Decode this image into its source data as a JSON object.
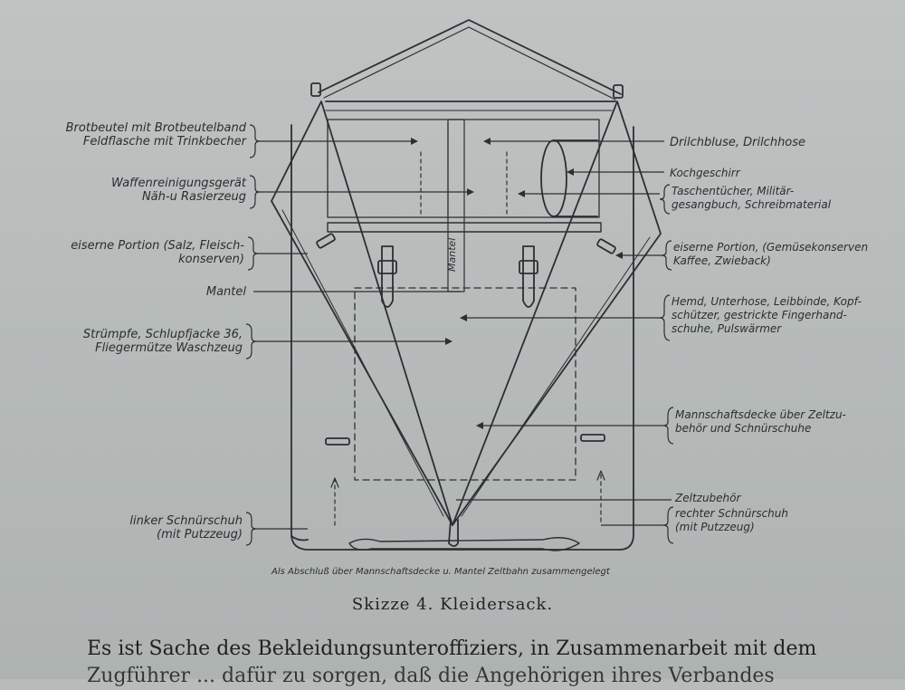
{
  "labels_left": [
    {
      "id": "brotbeutel",
      "lines": [
        "Brotbeutel mit Brotbeutelband",
        "Feldflasche mit Trinkbecher"
      ]
    },
    {
      "id": "waffenreinigung",
      "lines": [
        "Waffenreinigungsgerät",
        "Näh-u Rasierzeug"
      ]
    },
    {
      "id": "eiserne-links",
      "lines": [
        "eiserne Portion (Salz, Fleisch-",
        "konserven)"
      ]
    },
    {
      "id": "mantel",
      "lines": [
        "Mantel"
      ]
    },
    {
      "id": "struempfe",
      "lines": [
        "Strümpfe, Schlupfjacke 36,",
        "Fliegermütze Waschzeug"
      ]
    },
    {
      "id": "schnuerschuh-links",
      "lines": [
        "linker Schnürschuh",
        "(mit Putzzeug)"
      ]
    }
  ],
  "labels_right": [
    {
      "id": "drilch",
      "lines": [
        "Drilchbluse, Drilchhose"
      ]
    },
    {
      "id": "kochgeschirr",
      "lines": [
        "Kochgeschirr"
      ]
    },
    {
      "id": "taschentuecher",
      "lines": [
        "Taschentücher, Militär-",
        "gesangbuch, Schreibmaterial"
      ]
    },
    {
      "id": "eiserne-rechts",
      "lines": [
        "eiserne Portion, (Gemüsekonserven",
        "Kaffee, Zwieback)"
      ]
    },
    {
      "id": "hemd",
      "lines": [
        "Hemd, Unterhose, Leibbinde, Kopf-",
        "schützer, gestrickte Fingerhand-",
        "schuhe, Pulswärmer"
      ]
    },
    {
      "id": "mannschaftsdecke",
      "lines": [
        "Mannschaftsdecke über Zeltzu-",
        "behör und Schnürschuhe"
      ]
    },
    {
      "id": "zeltzubehoer",
      "lines": [
        "Zeltzubehör"
      ]
    },
    {
      "id": "schnuerschuh-rechts",
      "lines": [
        "rechter Schnürschuh",
        "(mit Putzzeug)"
      ]
    }
  ],
  "inner_label": "Mantel",
  "sub_caption": "Als Abschluß über Mannschaftsdecke u. Mantel Zeltbahn zusammengelegt",
  "caption": "Skizze 4. Kleidersack.",
  "body_text": {
    "line1": "Es ist Sache des Bekleidungsunteroffiziers, in Zusammenarbeit mit dem",
    "line2": "Zugführer ... dafür zu sorgen, daß die Angehörigen ihres Verbandes"
  }
}
